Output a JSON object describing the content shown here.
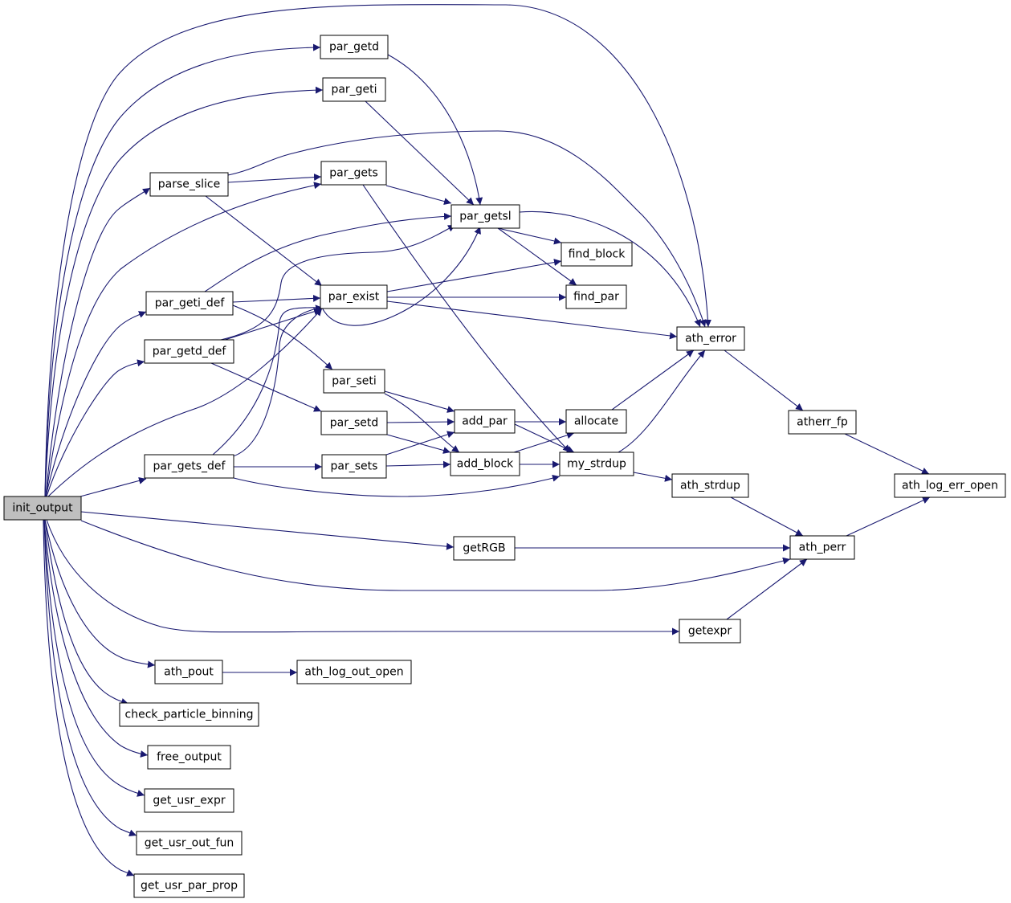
{
  "graph": {
    "colors": {
      "edge": "#191970",
      "node_fill": "#ffffff",
      "root_fill": "#bfbfbf",
      "border": "#000000"
    },
    "nodes": [
      {
        "id": "init_output",
        "label": "init_output",
        "root": true
      },
      {
        "id": "par_getd",
        "label": "par_getd"
      },
      {
        "id": "par_geti",
        "label": "par_geti"
      },
      {
        "id": "parse_slice",
        "label": "parse_slice"
      },
      {
        "id": "par_gets",
        "label": "par_gets"
      },
      {
        "id": "par_getsl",
        "label": "par_getsl"
      },
      {
        "id": "find_block",
        "label": "find_block"
      },
      {
        "id": "par_geti_def",
        "label": "par_geti_def"
      },
      {
        "id": "par_exist",
        "label": "par_exist"
      },
      {
        "id": "find_par",
        "label": "find_par"
      },
      {
        "id": "ath_error",
        "label": "ath_error"
      },
      {
        "id": "par_getd_def",
        "label": "par_getd_def"
      },
      {
        "id": "par_seti",
        "label": "par_seti"
      },
      {
        "id": "par_setd",
        "label": "par_setd"
      },
      {
        "id": "add_par",
        "label": "add_par"
      },
      {
        "id": "allocate",
        "label": "allocate"
      },
      {
        "id": "atherr_fp",
        "label": "atherr_fp"
      },
      {
        "id": "par_gets_def",
        "label": "par_gets_def"
      },
      {
        "id": "par_sets",
        "label": "par_sets"
      },
      {
        "id": "add_block",
        "label": "add_block"
      },
      {
        "id": "my_strdup",
        "label": "my_strdup"
      },
      {
        "id": "ath_strdup",
        "label": "ath_strdup"
      },
      {
        "id": "ath_log_err_open",
        "label": "ath_log_err_open"
      },
      {
        "id": "getRGB",
        "label": "getRGB"
      },
      {
        "id": "ath_perr",
        "label": "ath_perr"
      },
      {
        "id": "getexpr",
        "label": "getexpr"
      },
      {
        "id": "ath_pout",
        "label": "ath_pout"
      },
      {
        "id": "ath_log_out_open",
        "label": "ath_log_out_open"
      },
      {
        "id": "check_particle_binning",
        "label": "check_particle_binning"
      },
      {
        "id": "free_output",
        "label": "free_output"
      },
      {
        "id": "get_usr_expr",
        "label": "get_usr_expr"
      },
      {
        "id": "get_usr_out_fun",
        "label": "get_usr_out_fun"
      },
      {
        "id": "get_usr_par_prop",
        "label": "get_usr_par_prop"
      }
    ],
    "edges": [
      [
        "init_output",
        "ath_error"
      ],
      [
        "init_output",
        "par_getd"
      ],
      [
        "init_output",
        "par_geti"
      ],
      [
        "init_output",
        "parse_slice"
      ],
      [
        "init_output",
        "par_gets"
      ],
      [
        "init_output",
        "par_geti_def"
      ],
      [
        "init_output",
        "par_getd_def"
      ],
      [
        "init_output",
        "par_exist"
      ],
      [
        "init_output",
        "par_gets_def"
      ],
      [
        "init_output",
        "getRGB"
      ],
      [
        "init_output",
        "ath_perr"
      ],
      [
        "init_output",
        "getexpr"
      ],
      [
        "init_output",
        "ath_pout"
      ],
      [
        "init_output",
        "check_particle_binning"
      ],
      [
        "init_output",
        "free_output"
      ],
      [
        "init_output",
        "get_usr_expr"
      ],
      [
        "init_output",
        "get_usr_out_fun"
      ],
      [
        "init_output",
        "get_usr_par_prop"
      ],
      [
        "par_getd",
        "par_getsl"
      ],
      [
        "par_geti",
        "par_getsl"
      ],
      [
        "parse_slice",
        "ath_error"
      ],
      [
        "parse_slice",
        "par_gets"
      ],
      [
        "parse_slice",
        "par_exist"
      ],
      [
        "par_gets",
        "par_getsl"
      ],
      [
        "par_gets",
        "my_strdup"
      ],
      [
        "par_getsl",
        "ath_error"
      ],
      [
        "par_getsl",
        "find_block"
      ],
      [
        "par_getsl",
        "find_par"
      ],
      [
        "par_geti_def",
        "par_getsl"
      ],
      [
        "par_geti_def",
        "par_exist"
      ],
      [
        "par_geti_def",
        "par_seti"
      ],
      [
        "par_getd_def",
        "par_getsl"
      ],
      [
        "par_getd_def",
        "par_exist"
      ],
      [
        "par_getd_def",
        "par_setd"
      ],
      [
        "par_gets_def",
        "par_getsl"
      ],
      [
        "par_gets_def",
        "par_exist"
      ],
      [
        "par_gets_def",
        "par_sets"
      ],
      [
        "par_gets_def",
        "my_strdup"
      ],
      [
        "par_exist",
        "find_block"
      ],
      [
        "par_exist",
        "find_par"
      ],
      [
        "par_exist",
        "ath_error"
      ],
      [
        "par_seti",
        "add_par"
      ],
      [
        "par_seti",
        "add_block"
      ],
      [
        "par_setd",
        "add_par"
      ],
      [
        "par_setd",
        "add_block"
      ],
      [
        "par_sets",
        "add_par"
      ],
      [
        "par_sets",
        "add_block"
      ],
      [
        "add_par",
        "allocate"
      ],
      [
        "add_par",
        "my_strdup"
      ],
      [
        "add_block",
        "allocate"
      ],
      [
        "add_block",
        "my_strdup"
      ],
      [
        "allocate",
        "ath_error"
      ],
      [
        "my_strdup",
        "ath_error"
      ],
      [
        "my_strdup",
        "ath_strdup"
      ],
      [
        "ath_error",
        "atherr_fp"
      ],
      [
        "atherr_fp",
        "ath_log_err_open"
      ],
      [
        "ath_strdup",
        "ath_perr"
      ],
      [
        "getRGB",
        "ath_perr"
      ],
      [
        "getexpr",
        "ath_perr"
      ],
      [
        "ath_perr",
        "ath_log_err_open"
      ],
      [
        "ath_pout",
        "ath_log_out_open"
      ]
    ]
  }
}
